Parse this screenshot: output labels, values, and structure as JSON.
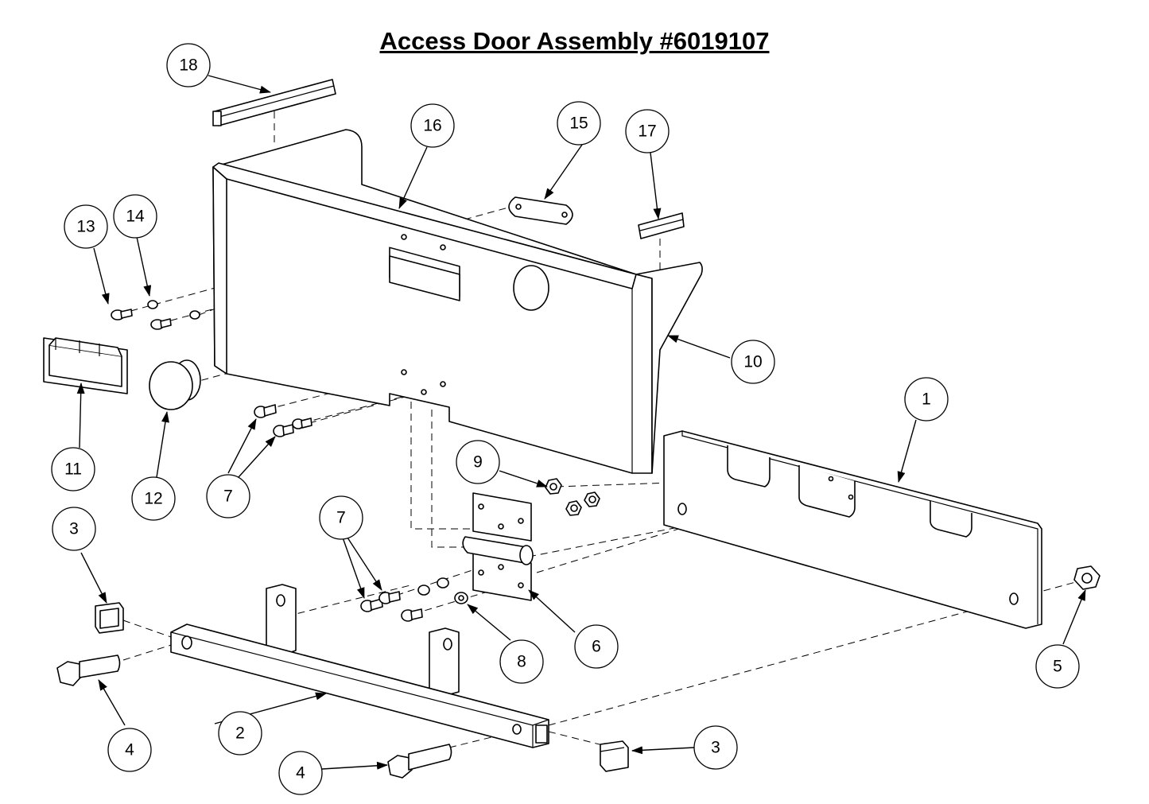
{
  "title": "Access Door Assembly #6019107",
  "callouts": [
    "1",
    "2",
    "3",
    "3",
    "4",
    "4",
    "5",
    "6",
    "7",
    "7",
    "8",
    "9",
    "10",
    "11",
    "12",
    "13",
    "14",
    "15",
    "16",
    "17",
    "18"
  ]
}
